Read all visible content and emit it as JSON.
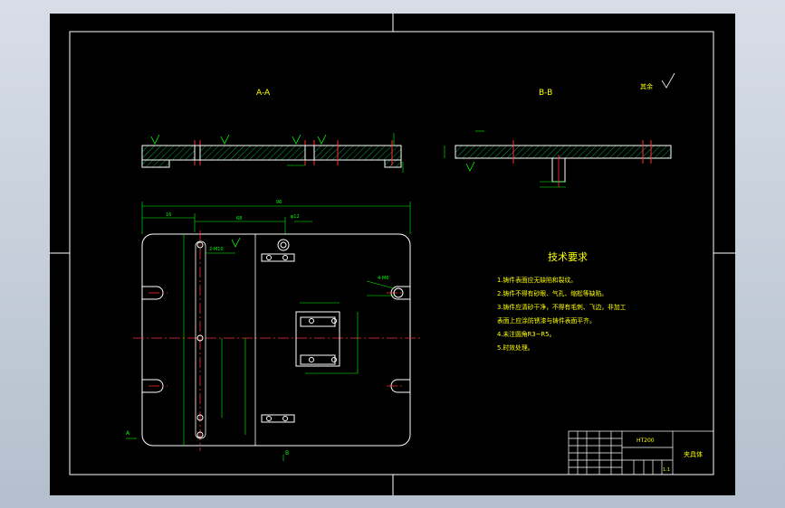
{
  "drawing": {
    "section_a_label": "A-A",
    "section_b_label": "B-B",
    "roughness_note": "其余",
    "dims": {
      "overall_width": "96",
      "left_offset": "16",
      "mid_span": "68",
      "view_a_note": "A",
      "view_b_note": "B",
      "marker_a": "A",
      "leader_left": "2-M10",
      "leader_right": "4-M6",
      "leader_top": "φ12"
    }
  },
  "tech_requirements": {
    "title": "技术要求",
    "lines": [
      "1.铸件表面应无缺陷和裂纹。",
      "2.铸件不得有砂眼、气孔、缩松等缺陷。",
      "3.铸件应清砂干净，不得有毛刺、飞边，非加工",
      "表面上应涂防锈漆与铸件表面平齐。",
      "4.未注圆角R3~R5。",
      "5.时效处理。"
    ]
  },
  "title_block": {
    "material": "HT200",
    "part_name": "夹具体",
    "scale": "1:1"
  },
  "colors": {
    "line": "#ffffff",
    "dim": "#00ff00",
    "center": "#ff3030",
    "text": "#ffff00",
    "hatch": "#00cc66"
  }
}
